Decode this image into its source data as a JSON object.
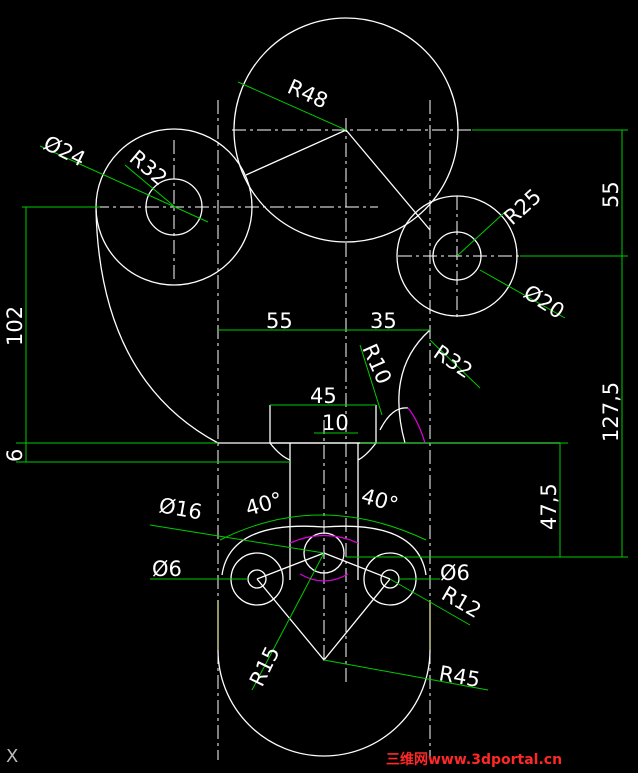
{
  "dimensions": {
    "r48": "R48",
    "d24": "Ø24",
    "r32_left": "R32",
    "r25": "R25",
    "d20": "Ø20",
    "v55_right": "55",
    "h102": "102",
    "h55": "55",
    "h35": "35",
    "r10": "R10",
    "r32_right": "R32",
    "h127_5": "127,5",
    "w45": "45",
    "w10": "10",
    "v6": "6",
    "v47_5": "47,5",
    "d16": "Ø16",
    "a40_left": "40°",
    "a40_right": "40°",
    "d6_left": "Ø6",
    "d6_right": "Ø6",
    "r12": "R12",
    "r15": "R15",
    "r45": "R45"
  },
  "ucs_icon_label": "X",
  "watermark": "三维网www.3dportal.cn",
  "colors": {
    "background": "#000000",
    "geometry": "#ffffff",
    "dimension": "#00cc00",
    "highlight": "#d800d8",
    "watermark": "#ff2828"
  }
}
